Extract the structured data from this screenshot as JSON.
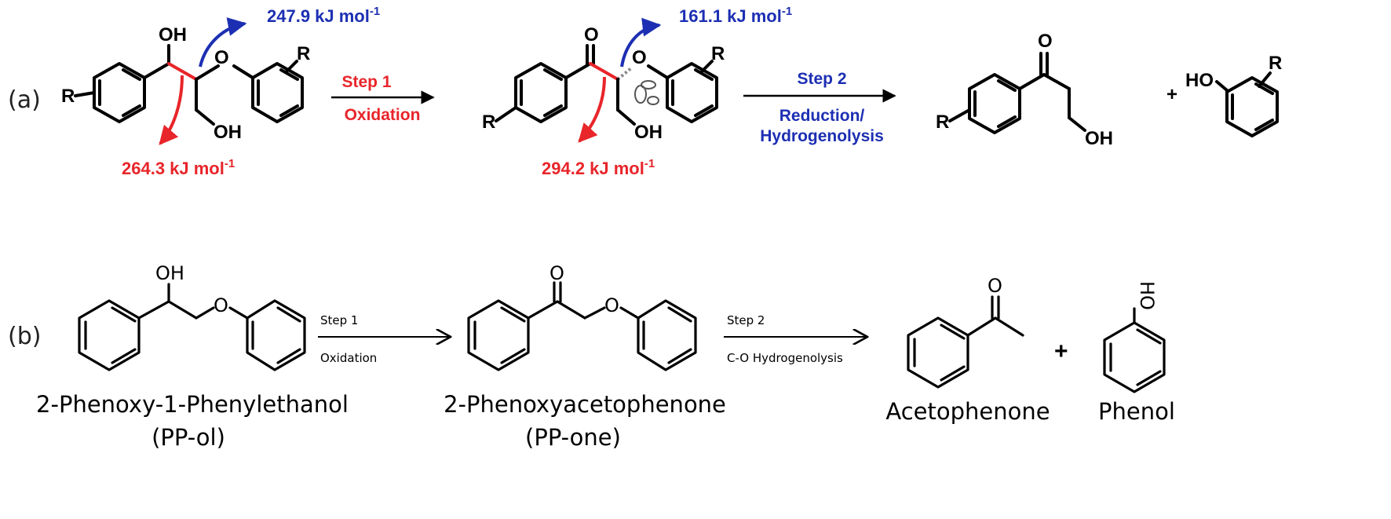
{
  "panel_a": {
    "label": "(a)",
    "reactant": {
      "oh_top": "OH",
      "oh_bottom": "OH",
      "ether_o": "O",
      "r_left": "R",
      "r_right": "R"
    },
    "bde_blue_1": {
      "value": "247.9 kJ mol",
      "sup": "-1"
    },
    "bde_red_1": {
      "value": "264.3 kJ mol",
      "sup": "-1"
    },
    "step1": {
      "title": "Step 1",
      "subtitle": "Oxidation"
    },
    "intermediate": {
      "o_top": "O",
      "oh_bottom": "OH",
      "ether_o": "O",
      "r_left": "R",
      "r_right": "R"
    },
    "bde_blue_2": {
      "value": "161.1 kJ mol",
      "sup": "-1"
    },
    "bde_red_2": {
      "value": "294.2 kJ mol",
      "sup": "-1"
    },
    "step2": {
      "title": "Step 2",
      "line1": "Reduction/",
      "line2": "Hydrogenolysis"
    },
    "product1": {
      "o_top": "O",
      "oh": "OH",
      "r_left": "R"
    },
    "plus": "+",
    "product2": {
      "ho": "HO",
      "r": "R"
    }
  },
  "panel_b": {
    "label": "(b)",
    "reactant": {
      "oh": "OH",
      "ether_o": "O",
      "name": "2-Phenoxy-1-Phenylethanol",
      "abbr": "(PP-ol)"
    },
    "step1": {
      "title": "Step 1",
      "subtitle": "Oxidation"
    },
    "intermediate": {
      "o_top": "O",
      "ether_o": "O",
      "name": "2-Phenoxyacetophenone",
      "abbr": "(PP-one)"
    },
    "step2": {
      "title": "Step 2",
      "subtitle": "C-O Hydrogenolysis"
    },
    "product1": {
      "o_top": "O",
      "name": "Acetophenone"
    },
    "plus": "+",
    "product2": {
      "oh": "HO",
      "name": "Phenol"
    }
  },
  "colors": {
    "red": "#e8252a",
    "blue": "#1c2fb3",
    "black": "#000000"
  }
}
